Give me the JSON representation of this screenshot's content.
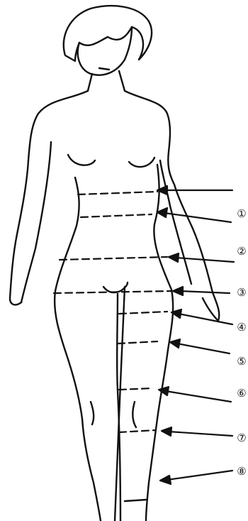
{
  "diagram": {
    "measurement_markers": [
      {
        "label": "①"
      },
      {
        "label": "②"
      },
      {
        "label": "③"
      },
      {
        "label": "④"
      },
      {
        "label": "⑤"
      },
      {
        "label": "⑥"
      },
      {
        "label": "⑦"
      },
      {
        "label": "⑧"
      }
    ]
  }
}
